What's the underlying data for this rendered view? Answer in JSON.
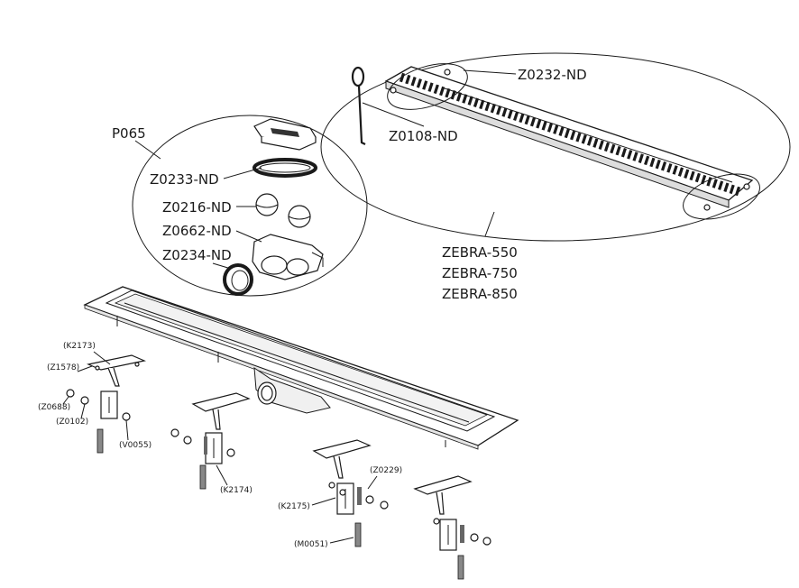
{
  "callouts": {
    "grate": "Z0232-ND",
    "hook": "Z0108-ND",
    "siphon_set": "P065",
    "cap": "Z0233-ND",
    "seal": "Z0216-ND",
    "body": "Z0662-ND",
    "ring": "Z0234-ND"
  },
  "models": [
    "ZEBRA-550",
    "ZEBRA-750",
    "ZEBRA-850"
  ],
  "small_labels": {
    "k2173": "(K2173)",
    "z1578": "(Z1578)",
    "z0688": "(Z0688)",
    "z0102": "(Z0102)",
    "v0055": "(V0055)",
    "k2174": "(K2174)",
    "z0229": "(Z0229)",
    "k2175": "(K2175)",
    "m0051": "(M0051)"
  }
}
